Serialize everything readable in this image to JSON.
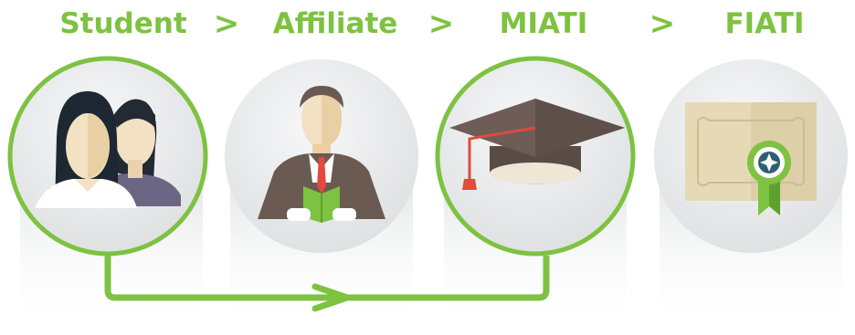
{
  "stages": [
    {
      "label": "Student",
      "icon": "students-icon",
      "highlighted": true
    },
    {
      "label": "Affiliate",
      "icon": "reading-man-icon",
      "highlighted": false
    },
    {
      "label": "MIATI",
      "icon": "graduation-cap-icon",
      "highlighted": true
    },
    {
      "label": "FIATI",
      "icon": "certificate-icon",
      "highlighted": false
    }
  ],
  "separator": ">",
  "colors": {
    "accent": "#7dc241",
    "circle_fill": "#e9eaeb",
    "skin": "#f3e1c4",
    "hair_dark": "#1f2a33",
    "suit": "#6b5a52",
    "cap": "#6d5d56",
    "tassel": "#e04b3c",
    "certificate": "#e6d9b5"
  }
}
